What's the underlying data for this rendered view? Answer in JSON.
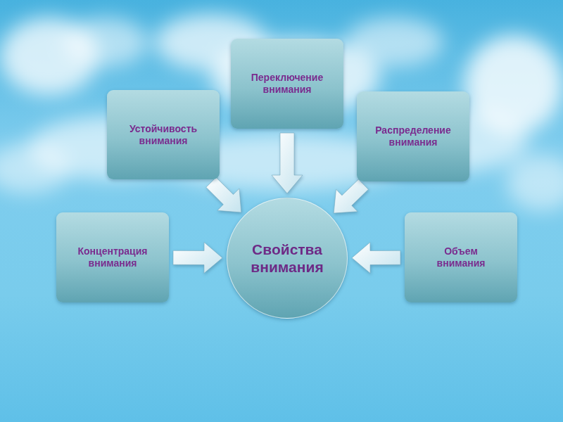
{
  "diagram": {
    "nodes": [
      {
        "text": [
          "Переключение внимания"
        ]
      },
      {
        "text": [
          "Устойчивость внимания"
        ]
      },
      {
        "text": [
          "Распределение внимания"
        ]
      },
      {
        "text": [
          "Концентрация внимания"
        ]
      },
      {
        "text": [
          "Свойства внимания"
        ]
      },
      {
        "text": [
          "Объем внимания"
        ]
      }
    ],
    "edges": [
      {
        "from": 0,
        "to": 4,
        "arrow": "to"
      },
      {
        "from": 1,
        "to": 4,
        "arrow": "to"
      },
      {
        "from": 2,
        "to": 4,
        "arrow": "to"
      },
      {
        "from": 3,
        "to": 4,
        "arrow": "to"
      },
      {
        "from": 5,
        "to": 4,
        "arrow": "to"
      }
    ]
  }
}
